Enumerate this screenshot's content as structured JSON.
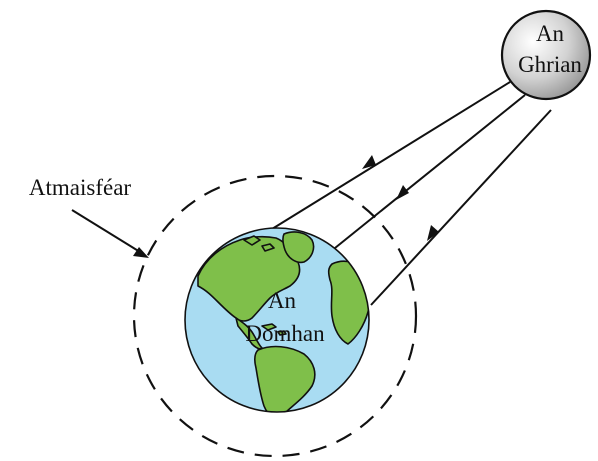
{
  "diagram": {
    "sun": {
      "label_line1": "An",
      "label_line2": "Ghrian",
      "fill_light": "#ffffff",
      "fill_dark": "#8f8f8f"
    },
    "earth": {
      "label_line1": "An",
      "label_line2": "Domhan",
      "ocean_color": "#a9dcf2",
      "land_color": "#7fbf4a"
    },
    "atmosphere": {
      "label": "Atmaisféar"
    },
    "colors": {
      "ink": "#111111"
    }
  }
}
